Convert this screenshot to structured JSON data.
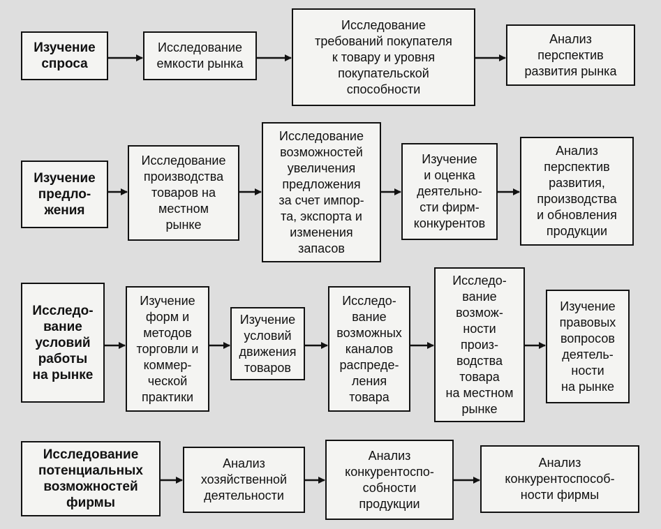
{
  "rows": [
    {
      "boxes": [
        {
          "bold": true,
          "lines": [
            "Изучение",
            "спроса"
          ]
        },
        {
          "bold": false,
          "lines": [
            "Исследование",
            "емкости рынка"
          ]
        },
        {
          "bold": false,
          "lines": [
            "Исследование",
            "требований покупателя",
            "к товару и уровня",
            "покупательской",
            "способности"
          ]
        },
        {
          "bold": false,
          "lines": [
            "Анализ",
            "перспектив",
            "развития рынка"
          ]
        }
      ]
    },
    {
      "boxes": [
        {
          "bold": true,
          "lines": [
            "Изучение",
            "предло-",
            "жения"
          ]
        },
        {
          "bold": false,
          "lines": [
            "Исследование",
            "производства",
            "товаров на",
            "местном",
            "рынке"
          ]
        },
        {
          "bold": false,
          "lines": [
            "Исследование",
            "возможностей",
            "увеличения",
            "предложения",
            "за счет импор-",
            "та, экспорта и",
            "изменения",
            "запасов"
          ]
        },
        {
          "bold": false,
          "lines": [
            "Изучение",
            "и оценка",
            "деятельно-",
            "сти фирм-",
            "конкурентов"
          ]
        },
        {
          "bold": false,
          "lines": [
            "Анализ",
            "перспектив",
            "развития,",
            "производства",
            "и обновления",
            "продукции"
          ]
        }
      ]
    },
    {
      "boxes": [
        {
          "bold": true,
          "lines": [
            "Исследо-",
            "вание",
            "условий",
            "работы",
            "на рынке"
          ]
        },
        {
          "bold": false,
          "lines": [
            "Изучение",
            "форм и",
            "методов",
            "торговли и",
            "коммер-",
            "ческой",
            "практики"
          ]
        },
        {
          "bold": false,
          "lines": [
            "Изучение",
            "условий",
            "движения",
            "товаров"
          ]
        },
        {
          "bold": false,
          "lines": [
            "Исследо-",
            "вание",
            "возможных",
            "каналов",
            "распреде-",
            "ления",
            "товара"
          ]
        },
        {
          "bold": false,
          "lines": [
            "Исследо-",
            "вание",
            "возмож-",
            "ности",
            "произ-",
            "водства",
            "товара",
            "на местном",
            "рынке"
          ]
        },
        {
          "bold": false,
          "lines": [
            "Изучение",
            "правовых",
            "вопросов",
            "деятель-",
            "ности",
            "на рынке"
          ]
        }
      ]
    },
    {
      "boxes": [
        {
          "bold": true,
          "lines": [
            "Исследование",
            "потенциальных",
            "возможностей",
            "фирмы"
          ]
        },
        {
          "bold": false,
          "lines": [
            "Анализ",
            "хозяйственной",
            "деятельности"
          ]
        },
        {
          "bold": false,
          "lines": [
            "Анализ",
            "конкурентоспо-",
            "собности",
            "продукции"
          ]
        },
        {
          "bold": false,
          "lines": [
            "Анализ",
            "конкурентоспособ-",
            "ности фирмы"
          ]
        }
      ]
    }
  ]
}
